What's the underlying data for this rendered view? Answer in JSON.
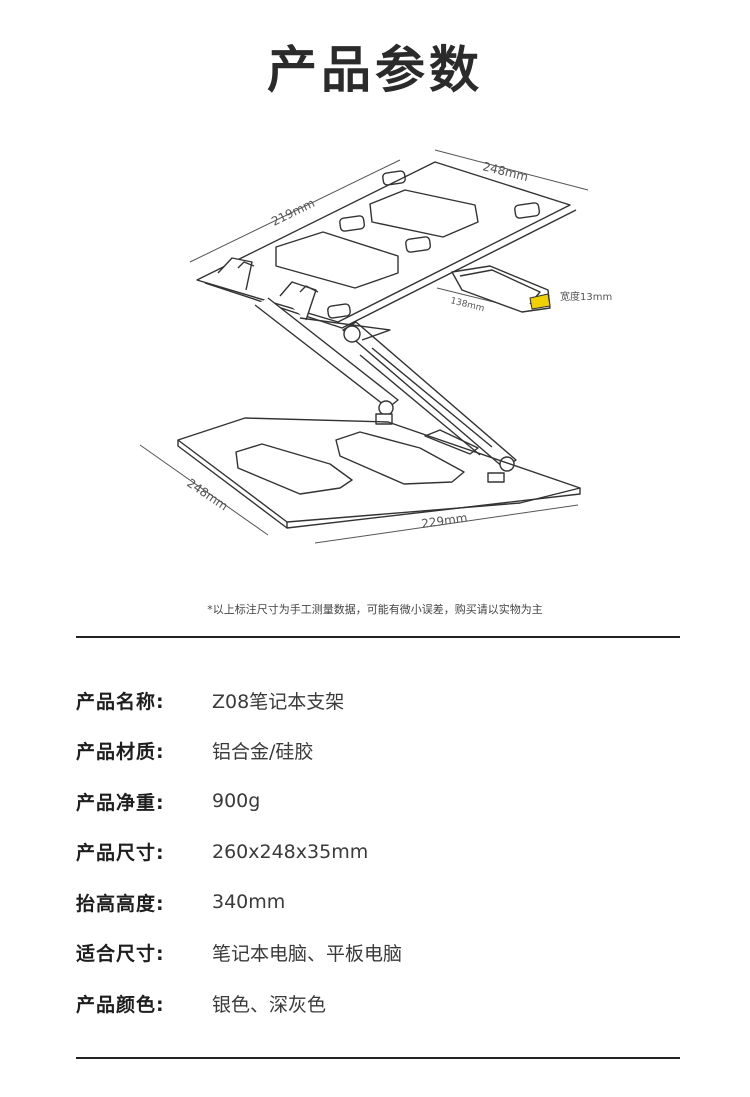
{
  "title": "产品参数",
  "diagram": {
    "dim_top_width": "248mm",
    "dim_top_depth": "219mm",
    "dim_tray": "138mm",
    "dim_width_label": "宽度13mm",
    "dim_base_depth": "248mm",
    "dim_base_width": "229mm"
  },
  "note": "*以上标注尺寸为手工测量数据，可能有微小误差，购买请以实物为主",
  "specs": [
    {
      "label": "产品名称:",
      "value": "Z08笔记本支架"
    },
    {
      "label": "产品材质:",
      "value": "铝合金/硅胶"
    },
    {
      "label": "产品净重:",
      "value": "900g"
    },
    {
      "label": "产品尺寸:",
      "value": "260x248x35mm"
    },
    {
      "label": "抬高高度:",
      "value": "340mm"
    },
    {
      "label": "适合尺寸:",
      "value": "笔记本电脑、平板电脑"
    },
    {
      "label": "产品颜色:",
      "value": "银色、深灰色"
    }
  ],
  "colors": {
    "highlight": "#f0d000",
    "line": "#333333"
  }
}
